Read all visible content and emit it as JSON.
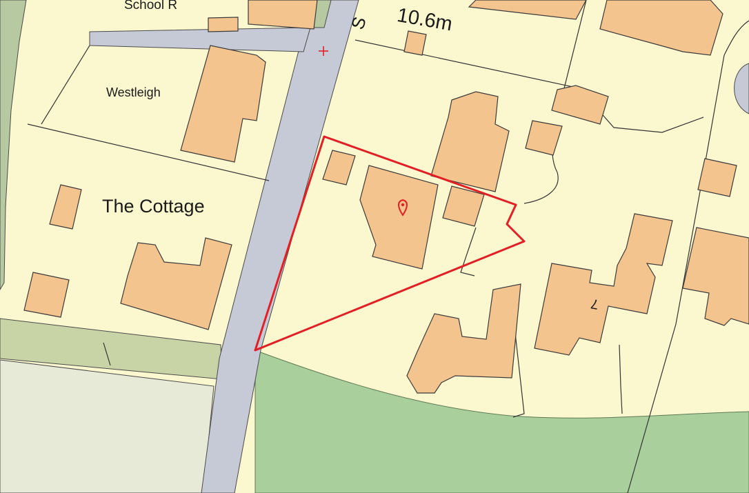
{
  "map": {
    "labels": {
      "westleigh": "Westleigh",
      "the_cottage": "The Cottage",
      "spot_height": "10.6m",
      "street_top": "School R",
      "street_s": "S",
      "house_number": "7"
    },
    "colors": {
      "land": "#fbf7cf",
      "building": "#f4c48e",
      "building_outline": "#3a3a3a",
      "road": "#c6c9d6",
      "woodland": "#a9cf9c",
      "grass": "#cfe3b8",
      "hatched": "#c9d4a6",
      "pale_field": "#e8ead8",
      "boundary": "#e31e24",
      "marker": "#e31e24"
    },
    "icons": {
      "property_marker": "map-pin-icon",
      "benchmark": "plus-icon"
    }
  }
}
